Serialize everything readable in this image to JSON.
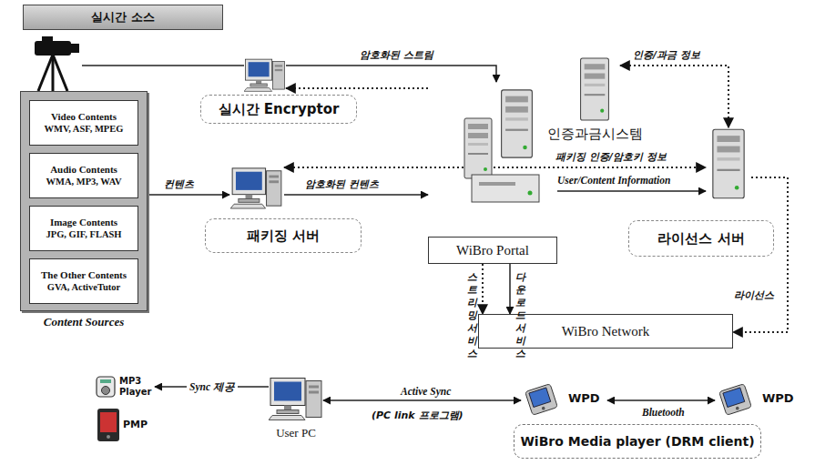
{
  "diagram": {
    "nodes": [
      {
        "text": [
          "실시간 소스"
        ]
      },
      {
        "text": [
          "Content Sources"
        ]
      },
      {
        "text": [
          "Video Contents",
          "WMV, ASF, MPEG"
        ],
        "in": 1
      },
      {
        "text": [
          "Audio Contents",
          "WMA, MP3, WAV"
        ],
        "in": 1
      },
      {
        "text": [
          "Image Contents",
          "JPG, GIF, FLASH"
        ],
        "in": 1
      },
      {
        "text": [
          "The Other Contents",
          "GVA, ActiveTutor"
        ],
        "in": 1
      },
      {
        "text": [
          "실시간 Encryptor"
        ]
      },
      {
        "text": [
          "인증과금시스템"
        ]
      },
      {
        "text": [
          "패키징 서버"
        ]
      },
      {
        "text": [
          "WiBro Portal"
        ]
      },
      {
        "text": [
          "라이선스 서버"
        ]
      },
      {
        "text": [
          "WiBro Network"
        ]
      },
      {
        "text": [
          "MP3 Player"
        ]
      },
      {
        "text": [
          "PMP"
        ]
      },
      {
        "text": [
          "User PC"
        ]
      },
      {
        "text": [
          "WPD"
        ]
      },
      {
        "text": [
          "WPD"
        ]
      },
      {
        "text": [
          "WiBro Media player (DRM client)"
        ]
      }
    ],
    "edges": [
      {
        "from": 6,
        "to": 9,
        "label": "암호화된 스트림",
        "arrow": "to"
      },
      {
        "from": 9,
        "to": 6,
        "arrow": "to"
      },
      {
        "from": 1,
        "to": 8,
        "label": "컨텐츠",
        "arrow": "to"
      },
      {
        "from": 8,
        "to": 9,
        "label": "암호화된 컨텐츠",
        "arrow": "to"
      },
      {
        "from": 8,
        "to": 10,
        "label": "패키징 인증/암호키 정보",
        "arrow": "both"
      },
      {
        "from": 9,
        "to": 10,
        "label": "User/Content Information",
        "arrow": "to"
      },
      {
        "from": 7,
        "to": 10,
        "label": "인증/과금 정보",
        "arrow": "both"
      },
      {
        "from": 9,
        "to": 11,
        "label": "스트리밍 서비스",
        "arrow": "to"
      },
      {
        "from": 9,
        "to": 11,
        "label": "다운로드 서비스",
        "arrow": "to"
      },
      {
        "from": 10,
        "to": 11,
        "label": "라이선스",
        "arrow": "to"
      },
      {
        "from": 14,
        "to": 12,
        "label": "Sync 제공",
        "arrow": "to"
      },
      {
        "from": 14,
        "to": 15,
        "label": "Active Sync",
        "arrow": "both"
      },
      {
        "from": 15,
        "to": 16,
        "label": "Bluetooth",
        "arrow": "both"
      }
    ],
    "labels": [
      "(PC link 프로그램)"
    ]
  }
}
